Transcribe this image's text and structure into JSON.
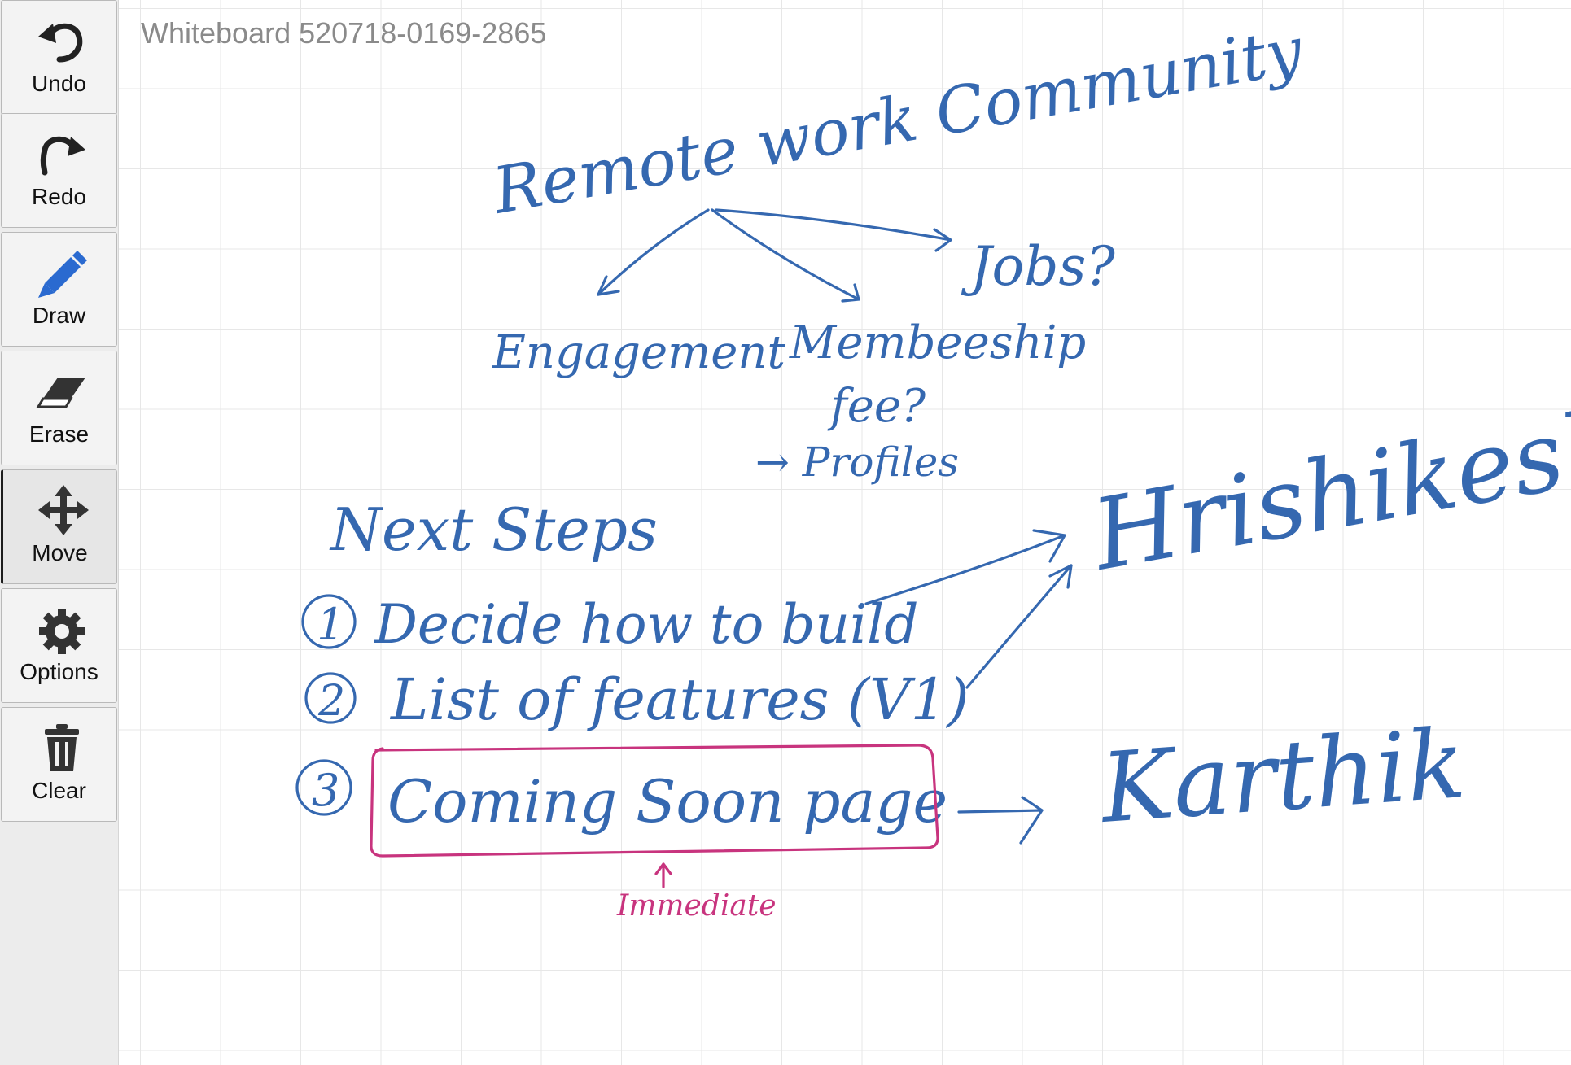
{
  "board": {
    "title": "Whiteboard 520718-0169-2865"
  },
  "toolbar": {
    "items": [
      {
        "label": "Undo",
        "icon": "undo-icon"
      },
      {
        "label": "Redo",
        "icon": "redo-icon"
      },
      {
        "label": "Draw",
        "icon": "pencil-icon"
      },
      {
        "label": "Erase",
        "icon": "eraser-icon"
      },
      {
        "label": "Move",
        "icon": "move-icon",
        "active": true
      },
      {
        "label": "Options",
        "icon": "gear-icon"
      },
      {
        "label": "Clear",
        "icon": "trash-icon"
      }
    ]
  },
  "drawing": {
    "heading": "Remote work Community",
    "branches": [
      "Engagement",
      "Membeeship",
      "fee?",
      "Jobs?",
      "→ Profiles"
    ],
    "next_steps_title": "Next Steps",
    "steps": [
      {
        "number": "1",
        "text": "Decide how to build"
      },
      {
        "number": "2",
        "text": "List of features (V1)"
      },
      {
        "number": "3",
        "text": "Coming Soon page"
      }
    ],
    "assignees": [
      "Hrishikesh",
      "Karthik"
    ],
    "note": "Immediate"
  },
  "colors": {
    "ink_blue": "#3568b0",
    "ink_pink": "#c8347e",
    "grid": "#e7e7e7",
    "toolbar_bg": "#ececec"
  }
}
